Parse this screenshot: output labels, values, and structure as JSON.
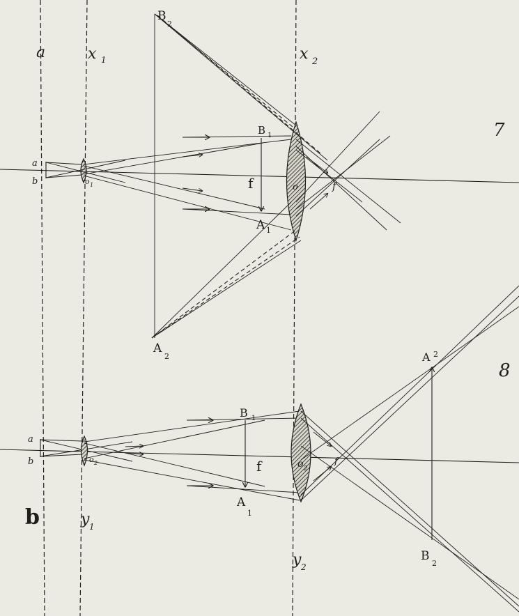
{
  "figure_numbers": [
    "7",
    "8"
  ],
  "fig7": {
    "plane_a": "a",
    "plane_x1": "x",
    "plane_x1_sub": "1",
    "plane_x2": "x",
    "plane_x2_sub": "2",
    "point_B2": "B",
    "point_B2_sub": "2",
    "point_A2": "A",
    "point_A2_sub": "2",
    "point_B1": "B",
    "point_B1_sub": "1",
    "point_A1": "A",
    "point_A1_sub": "1",
    "obj_a": "a",
    "obj_b": "b",
    "lens_small": "o",
    "lens_small_sub": "1",
    "lens_big": "o",
    "focal_f": "f",
    "focus_label": "f"
  },
  "fig8": {
    "plane_b": "b",
    "plane_y1": "y",
    "plane_y1_sub": "1",
    "plane_y2": "y",
    "plane_y2_sub": "2",
    "point_B1p": "B",
    "point_B1p_sub": "1",
    "point_A1p": "A",
    "point_A1p_sub": "1",
    "point_A2p": "A",
    "point_A2p_sub": "2",
    "point_B2p": "B",
    "point_B2p_sub": "2",
    "obj_a": "a",
    "obj_b": "b",
    "lens_small": "o",
    "lens_small_sub": "2",
    "lens_big": "o",
    "lens_big_sub": "2",
    "focal_f": "f",
    "focus_label": "f"
  }
}
